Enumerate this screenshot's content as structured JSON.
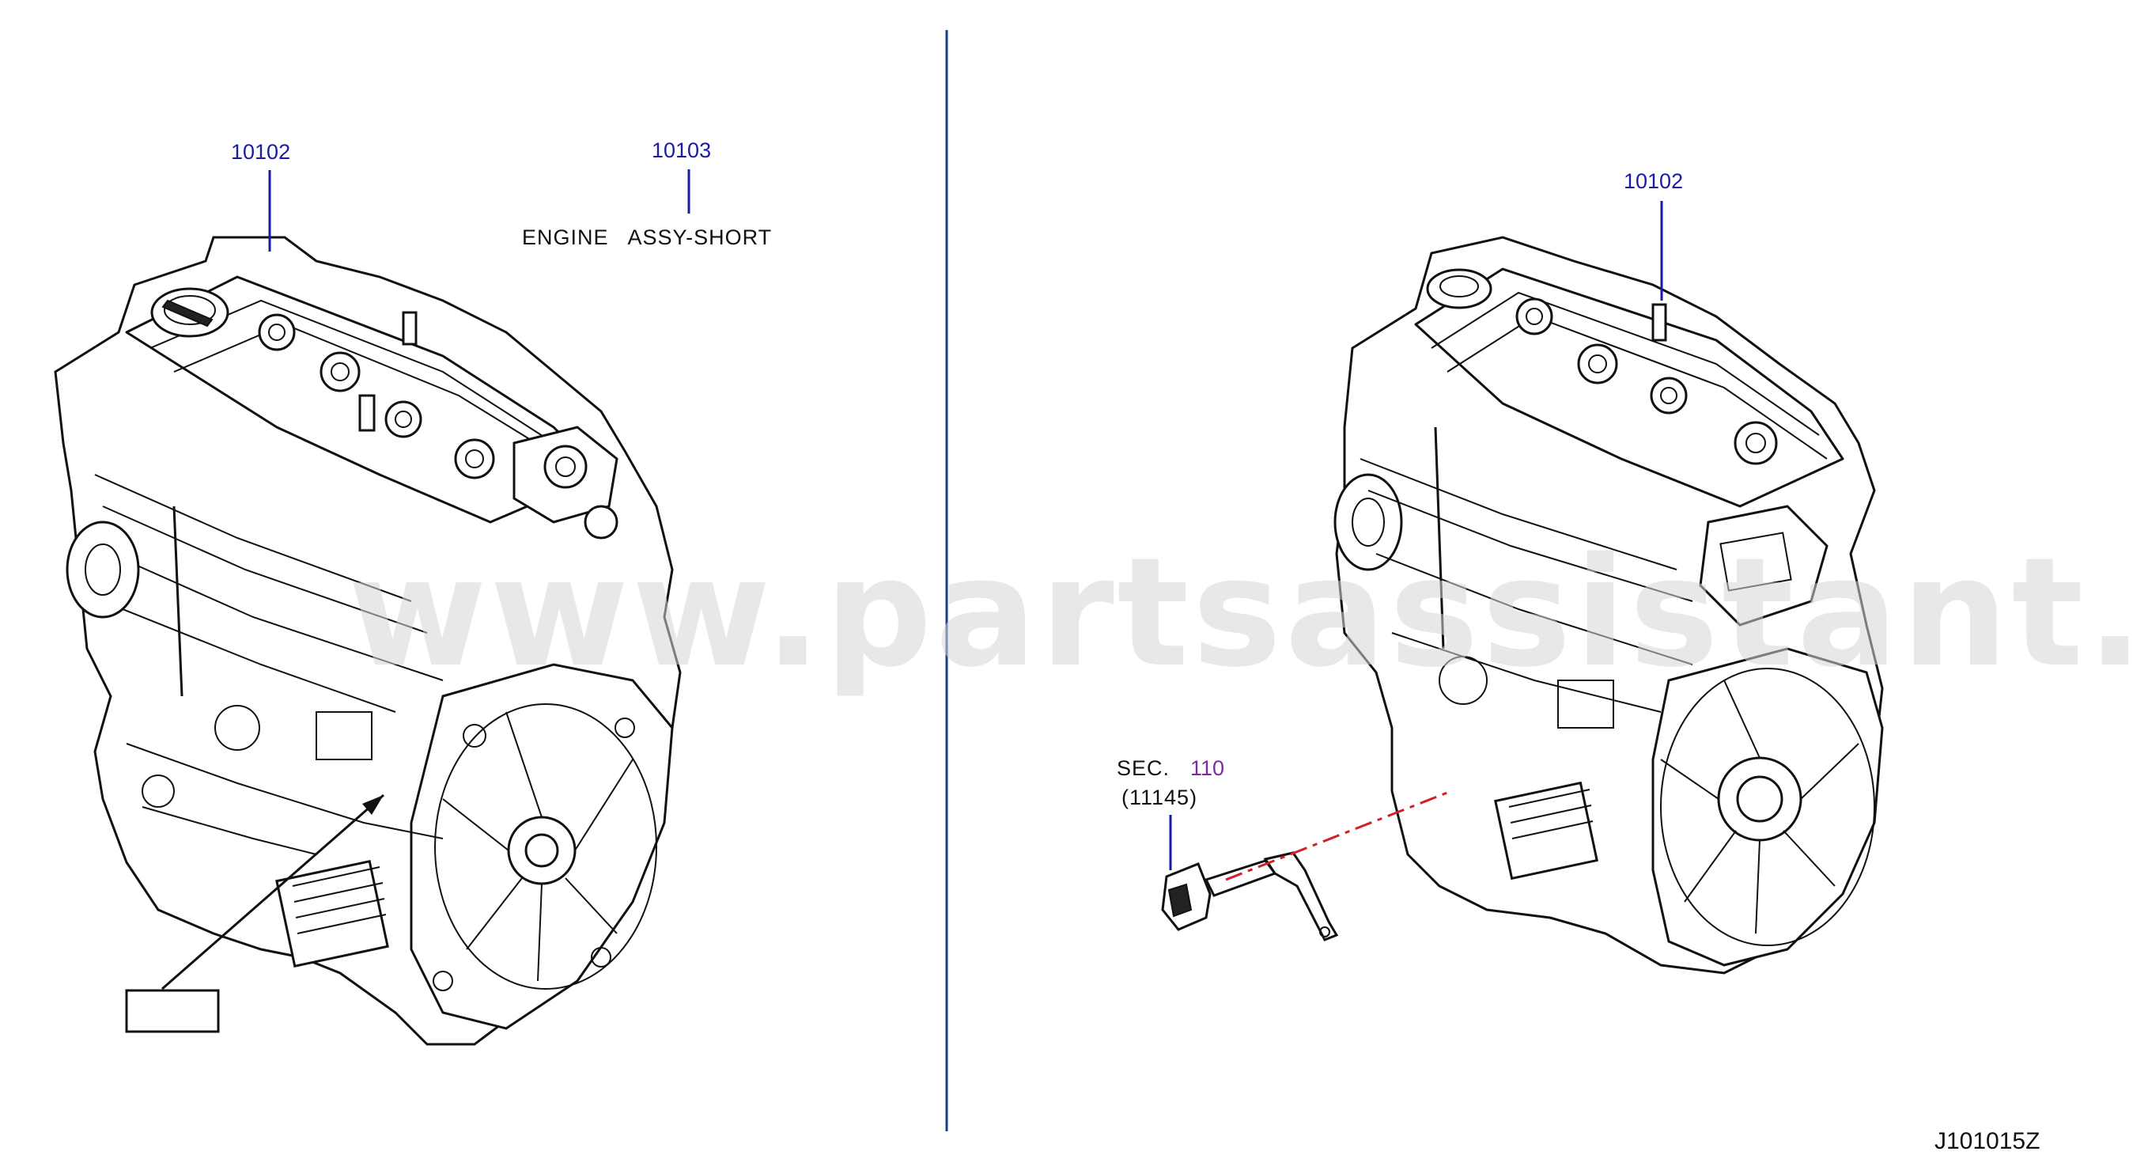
{
  "callouts": {
    "left_part": "10102",
    "assembly_part": "10103",
    "assembly_description": "ENGINE   ASSY-SHORT",
    "right_part": "10102",
    "section_prefix": "SEC.",
    "section_number": "110",
    "section_ref": "(11145)"
  },
  "figure_code": "J101015Z",
  "watermark": "www.partsassistant.com",
  "colors": {
    "callout": "#1a1aa8",
    "section": "#7a2aa8",
    "divider": "#1a3f8a",
    "dash": "#d0202a"
  }
}
